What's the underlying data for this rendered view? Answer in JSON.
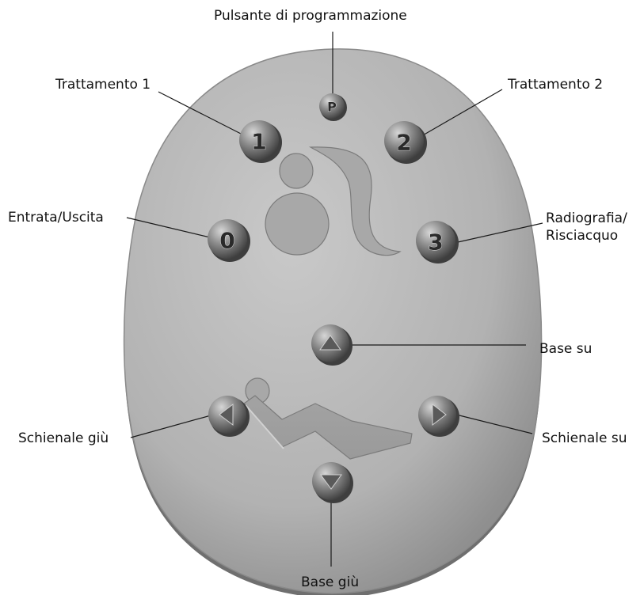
{
  "labels": {
    "programming_button": "Pulsante di programmazione",
    "treatment_1": "Trattamento 1",
    "treatment_2": "Trattamento 2",
    "entry_exit": "Entrata/Uscita",
    "xray_rinse_line1": "Radiografia/",
    "xray_rinse_line2": "Risciacquo",
    "base_up": "Base su",
    "backrest_down": "Schienale giù",
    "backrest_up": "Schienale su",
    "base_down": "Base giù"
  },
  "buttons": {
    "program": "P",
    "one": "1",
    "two": "2",
    "zero": "0",
    "three": "3"
  },
  "icons": {
    "base_up": "triangle-up-icon",
    "base_down": "triangle-down-icon",
    "backrest_down": "triangle-left-icon",
    "backrest_up": "triangle-right-icon",
    "logo": "a-logo-icon",
    "zigzag": "zigzag-icon"
  },
  "colors": {
    "remote_body": "#b4b4b4",
    "remote_edge": "#7a7a7a",
    "button": "#8e8e8e",
    "button_dark": "#4a4a4a",
    "logo": "#a6a6a6",
    "leader_line": "#1a1a1a"
  }
}
